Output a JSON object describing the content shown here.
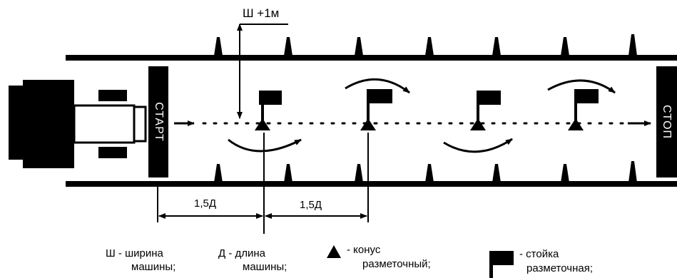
{
  "labels": {
    "width_offset": "Ш +1м",
    "start": "СТАРТ",
    "stop": "СТОП",
    "dim_1": "1,5Д",
    "dim_2": "1,5Д"
  },
  "legend": {
    "width": {
      "line1": "Ш - ширина",
      "line2": "машины;"
    },
    "length": {
      "line1": "Д - длина",
      "line2": "машины;"
    },
    "cone": {
      "line1": "- конус",
      "line2": "разметочный;"
    },
    "post": {
      "line1": "- стойка",
      "line2": "разметочная;"
    }
  }
}
